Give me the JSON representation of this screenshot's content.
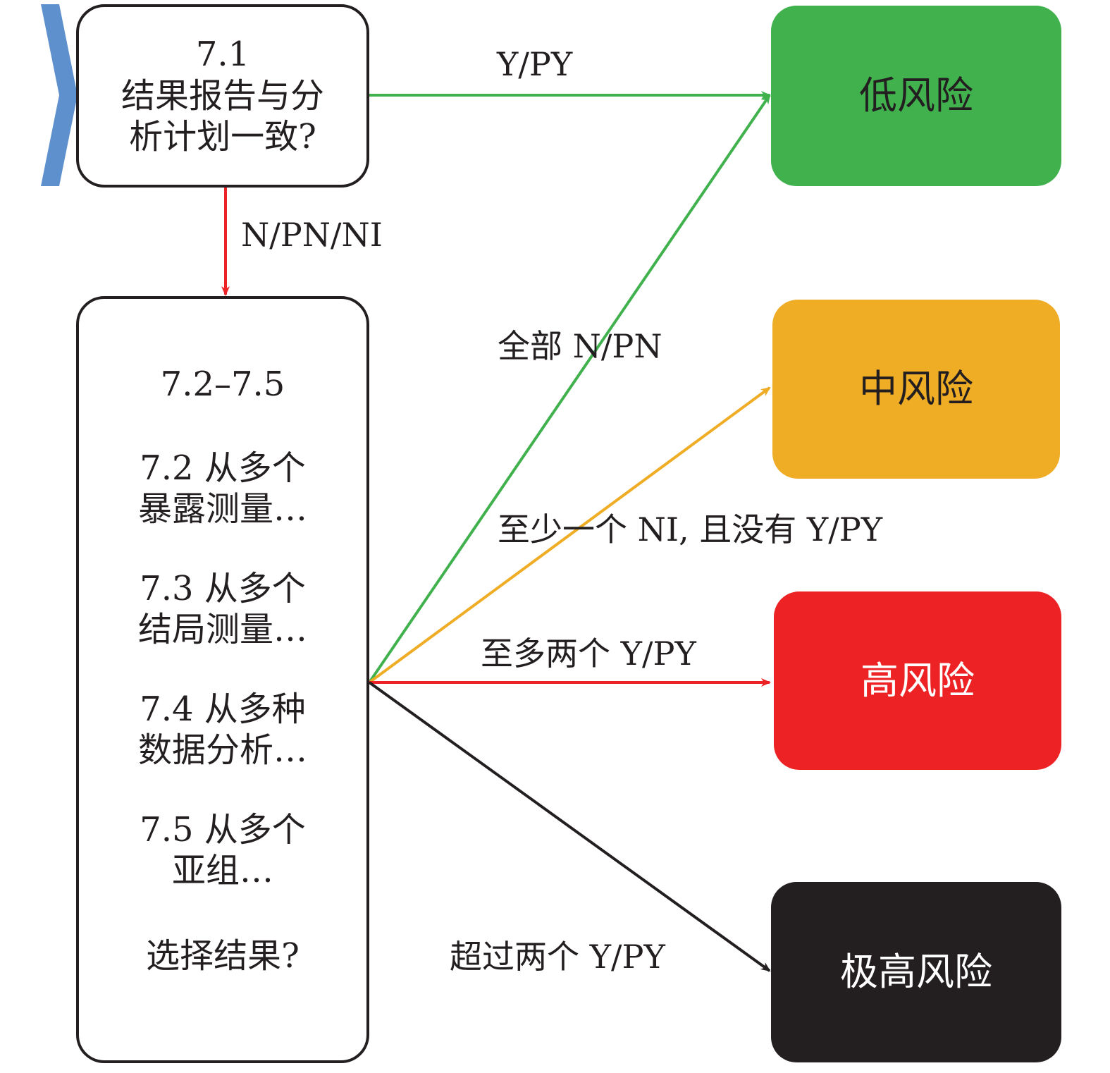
{
  "decision_start": {
    "number": "7.1",
    "question_line1": "结果报告与分",
    "question_line2": "析计划一致?"
  },
  "decision_select": {
    "range": "7.2–7.5",
    "items": [
      {
        "line1": "7.2 从多个",
        "line2": "暴露测量…"
      },
      {
        "line1": "7.3 从多个",
        "line2": "结局测量…"
      },
      {
        "line1": "7.4 从多种",
        "line2": "数据分析…"
      },
      {
        "line1": "7.5 从多个",
        "line2": "亚组…"
      }
    ],
    "question": "选择结果?"
  },
  "outcomes": {
    "low": "低风险",
    "medium": "中风险",
    "high": "高风险",
    "very_high": "极高风险"
  },
  "edge_labels": {
    "to_low_direct": "Y/PY",
    "to_select": "N/PN/NI",
    "all_n_pn": "全部 N/PN",
    "at_least_one_ni": "至少一个 NI, 且没有 Y/PY",
    "at_most_two": "至多两个 Y/PY",
    "more_than_two": "超过两个 Y/PY"
  },
  "colors": {
    "low": "#41b14e",
    "medium": "#efac25",
    "high": "#ed2224",
    "very_high": "#231f20",
    "entry_marker": "#5d90cc"
  }
}
